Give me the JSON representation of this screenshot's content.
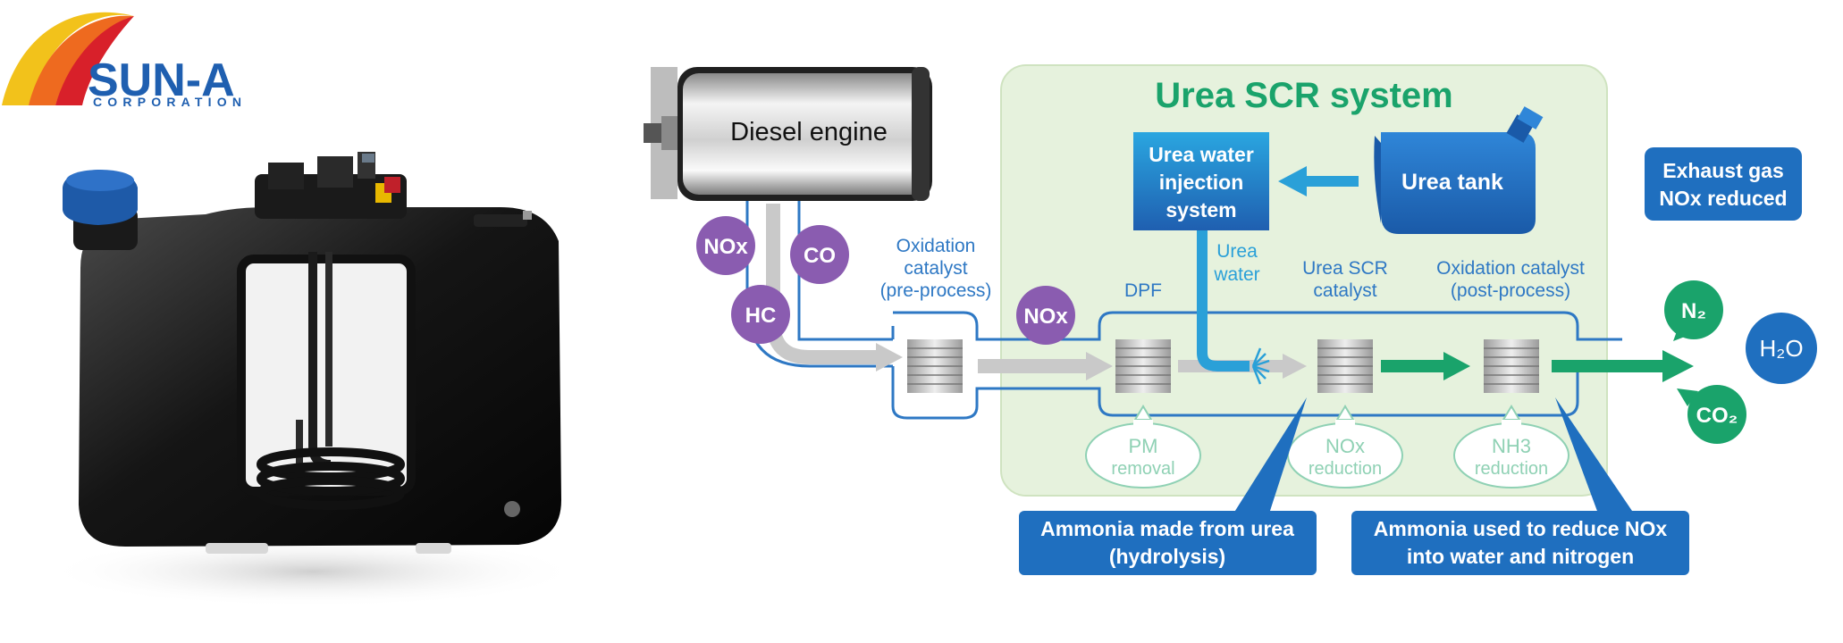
{
  "logo": {
    "name": "SUN-A",
    "subtitle": "CORPORATION"
  },
  "engine": {
    "label": "Diesel engine"
  },
  "system": {
    "title": "Urea SCR system"
  },
  "injection": {
    "line1": "Urea water",
    "line2": "injection",
    "line3": "system"
  },
  "tank": {
    "label": "Urea tank"
  },
  "urea_water": {
    "line1": "Urea",
    "line2": "water"
  },
  "emissions": {
    "nox": "NOx",
    "co": "CO",
    "hc": "HC",
    "nox2": "NOx"
  },
  "components": {
    "ox_pre": {
      "line1": "Oxidation",
      "line2": "catalyst",
      "line3": "(pre-process)"
    },
    "dpf": {
      "label": "DPF"
    },
    "scr": {
      "line1": "Urea SCR",
      "line2": "catalyst"
    },
    "ox_post": {
      "line1": "Oxidation catalyst",
      "line2": "(post-process)"
    }
  },
  "bubbles": {
    "pm": {
      "line1": "PM",
      "line2": "removal"
    },
    "nox": {
      "line1": "NOx",
      "line2": "reduction"
    },
    "nh3": {
      "line1": "NH3",
      "line2": "reduction"
    }
  },
  "callouts": {
    "hydrolysis": {
      "line1": "Ammonia made from urea",
      "line2": "(hydrolysis)"
    },
    "reduce": {
      "line1": "Ammonia used to reduce NOx",
      "line2": "into water and nitrogen"
    }
  },
  "result": {
    "line1": "Exhaust gas",
    "line2": "NOx reduced"
  },
  "outputs": {
    "n2": "N₂",
    "h2o": "H₂O",
    "co2": "CO₂"
  },
  "colors": {
    "brand_blue": "#1f5fb0",
    "pipe_blue": "#2e78c4",
    "green": "#1aa36b",
    "purple": "#8a5cb0",
    "panel_green": "#e6f2dd",
    "light_blue": "#2aa0d8"
  }
}
